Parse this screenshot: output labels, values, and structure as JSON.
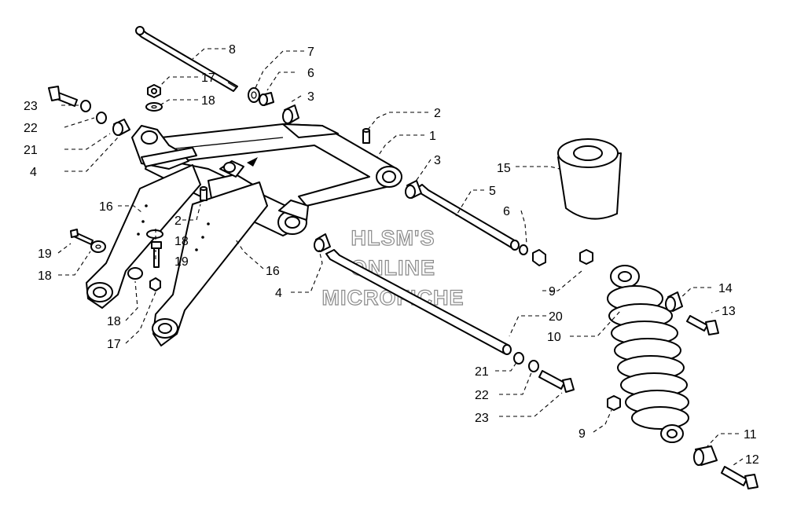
{
  "watermark": {
    "line1": "HLSM'S",
    "line2": "ONLINE",
    "line3": "MICROFICHE"
  },
  "callouts": {
    "c1": "1",
    "c2a": "2",
    "c2b": "2",
    "c3a": "3",
    "c3b": "3",
    "c4a": "4",
    "c4b": "4",
    "c5": "5",
    "c6a": "6",
    "c6b": "6",
    "c7": "7",
    "c8": "8",
    "c9a": "9",
    "c9b": "9",
    "c10": "10",
    "c11": "11",
    "c12": "12",
    "c13": "13",
    "c14": "14",
    "c15": "15",
    "c16a": "16",
    "c16b": "16",
    "c17a": "17",
    "c17b": "17",
    "c18a": "18",
    "c18b": "18",
    "c18c": "18",
    "c19a": "19",
    "c19b": "19",
    "c20": "20",
    "c21a": "21",
    "c21b": "21",
    "c22a": "22",
    "c22b": "22",
    "c23a": "23",
    "c23b": "23"
  }
}
